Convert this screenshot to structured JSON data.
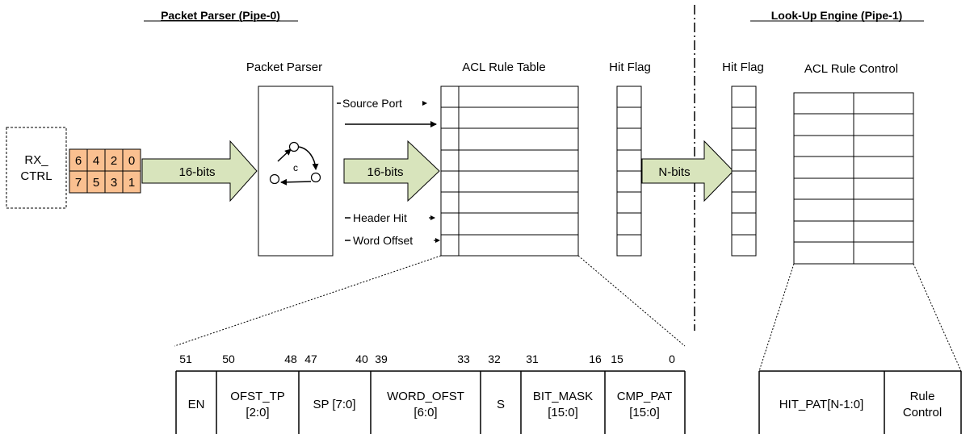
{
  "sections": {
    "left_title": "Packet Parser (Pipe-0)",
    "right_title": "Look-Up Engine (Pipe-1)"
  },
  "labels": {
    "packet_parser": "Packet Parser",
    "acl_rule_table": "ACL Rule Table",
    "hit_flag_left": "Hit Flag",
    "hit_flag_right": "Hit Flag",
    "acl_rule_control": "ACL Rule Control"
  },
  "rx_ctrl": {
    "line1": "RX_",
    "line2": "CTRL"
  },
  "fifo": {
    "top": [
      "6",
      "4",
      "2",
      "0"
    ],
    "bottom": [
      "7",
      "5",
      "3",
      "1"
    ]
  },
  "parser_glyph": "c",
  "arrows": {
    "rx_to_parser": "16-bits",
    "parser_to_table": "16-bits",
    "hitflag_to_control": "N-bits"
  },
  "signals": {
    "source_port": "Source Port",
    "header_hit": "Header Hit",
    "word_offset": "Word Offset"
  },
  "acl_entry": {
    "bit_positions": [
      "51",
      "50",
      "48",
      "47",
      "40",
      "39",
      "33",
      "32",
      "31",
      "16",
      "15",
      "0"
    ],
    "fields": [
      {
        "line1": "EN",
        "line2": ""
      },
      {
        "line1": "OFST_TP",
        "line2": "[2:0]"
      },
      {
        "line1": "SP [7:0]",
        "line2": ""
      },
      {
        "line1": "WORD_OFST",
        "line2": "[6:0]"
      },
      {
        "line1": "S",
        "line2": ""
      },
      {
        "line1": "BIT_MASK",
        "line2": "[15:0]"
      },
      {
        "line1": "CMP_PAT",
        "line2": "[15:0]"
      }
    ]
  },
  "rule_control_entry": {
    "fields": [
      {
        "line1": "HIT_PAT[N-1:0]",
        "line2": ""
      },
      {
        "line1": "Rule",
        "line2": "Control"
      }
    ]
  },
  "colors": {
    "fifo_fill": "#fac090",
    "arrow_fill": "#d8e4bc",
    "line": "#000000"
  }
}
